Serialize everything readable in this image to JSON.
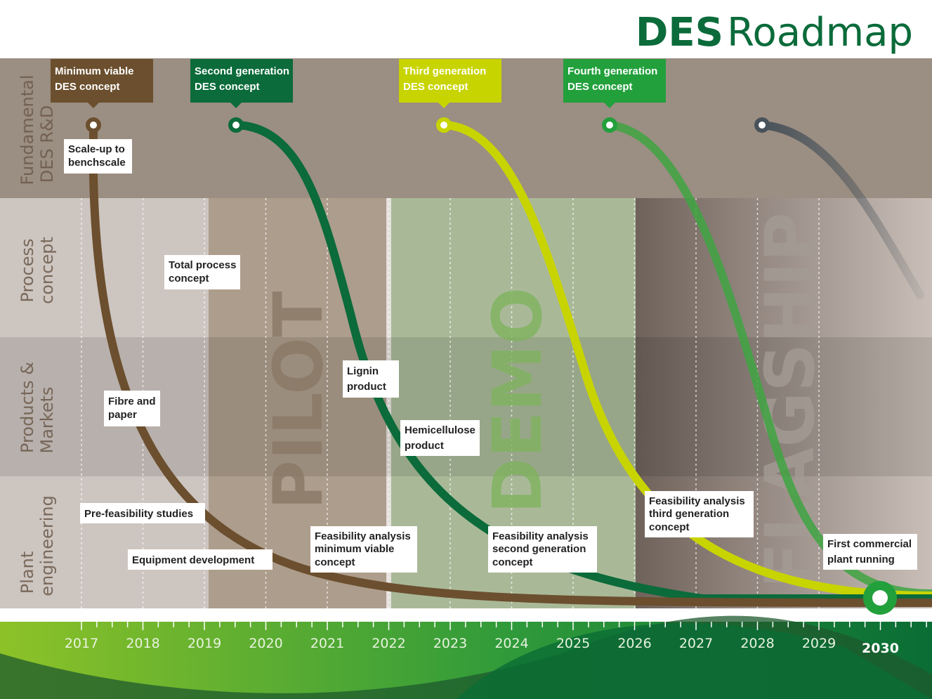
{
  "title": {
    "bold": "DES",
    "light": "Roadmap"
  },
  "rows": [
    {
      "line1": "Fundamental",
      "line2": "DES R&D"
    },
    {
      "line1": "Process",
      "line2": "concept"
    },
    {
      "line1": "Products &",
      "line2": "Markets"
    },
    {
      "line1": "Plant",
      "line2": "engineering"
    }
  ],
  "phases": [
    "PILOT",
    "DEMO",
    "FLAGSHIP"
  ],
  "concepts": [
    {
      "line1": "Minimum viable",
      "line2": "DES concept",
      "color": "#6b4f2e"
    },
    {
      "line1": "Second generation",
      "line2": "DES concept",
      "color": "#0b6b3a"
    },
    {
      "line1": "Third generation",
      "line2": "DES concept",
      "color": "#c8d400"
    },
    {
      "line1": "Fourth generation",
      "line2": "DES concept",
      "color": "#22a03c"
    }
  ],
  "milestones": [
    {
      "line1": "Scale-up to",
      "line2": "benchscale"
    },
    {
      "line1": "Total process",
      "line2": "concept"
    },
    {
      "line1": "Lignin",
      "line2": "product"
    },
    {
      "line1": "Hemicellulose",
      "line2": "product"
    },
    {
      "line1": "Fibre and",
      "line2": "paper"
    },
    {
      "line1": "Pre-feasibility studies"
    },
    {
      "line1": "Equipment development"
    },
    {
      "line1": "Feasibility analysis",
      "line2": "minimum viable",
      "line3": "concept"
    },
    {
      "line1": "Feasibility analysis",
      "line2": "second generation",
      "line3": "concept"
    },
    {
      "line1": "Feasibility analysis",
      "line2": "third generation",
      "line3": "concept"
    },
    {
      "line1": "First commercial",
      "line2": "plant running"
    }
  ],
  "years": [
    "2017",
    "2018",
    "2019",
    "2020",
    "2021",
    "2022",
    "2023",
    "2024",
    "2025",
    "2026",
    "2027",
    "2028",
    "2029",
    "2030"
  ]
}
